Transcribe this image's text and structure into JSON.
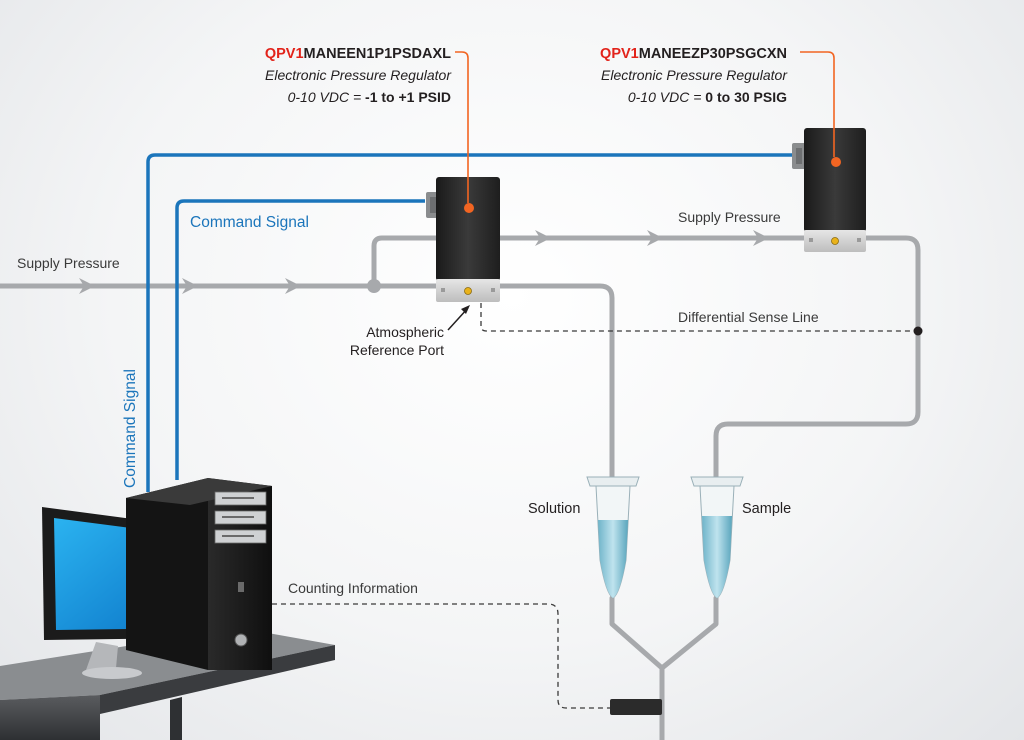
{
  "regulators": [
    {
      "model_prefix": "QPV1",
      "model_suffix": "MANEEN1P1PSDAXL",
      "description": "Electronic Pressure Regulator",
      "range_prefix": "0-10 VDC = ",
      "range_value": "-1 to +1 PSID"
    },
    {
      "model_prefix": "QPV1",
      "model_suffix": "MANEEZP30PSGCXN",
      "description": "Electronic Pressure Regulator",
      "range_prefix": "0-10 VDC = ",
      "range_value": "0 to 30 PSIG"
    }
  ],
  "labels": {
    "supply_pressure_left": "Supply Pressure",
    "supply_pressure_right": "Supply Pressure",
    "command_signal_horizontal": "Command Signal",
    "command_signal_vertical": "Command Signal",
    "atmospheric_line1": "Atmospheric",
    "atmospheric_line2": "Reference Port",
    "differential_sense_line": "Differential Sense Line",
    "solution": "Solution",
    "sample": "Sample",
    "counting_information": "Counting Information"
  },
  "colors": {
    "accent_red": "#e2231a",
    "leader_orange": "#f26522",
    "signal_blue": "#1b75bb",
    "tube_gray": "#a7a9ac",
    "dark_text": "#231f20"
  }
}
